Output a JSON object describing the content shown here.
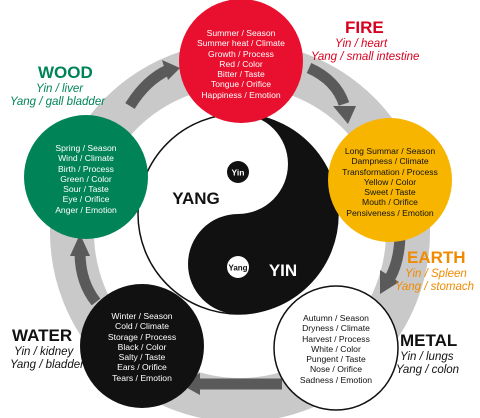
{
  "colors": {
    "fire": "#e8102e",
    "earth": "#f7b500",
    "metal": "#ffffff",
    "water": "#111111",
    "wood": "#008457",
    "ring": "#c9c9c9",
    "arrow": "#5a5a5a",
    "fire_label": "#d8001f",
    "earth_label": "#f08a00",
    "wood_label": "#008457",
    "metal_label": "#111111",
    "water_label": "#111111"
  },
  "center": {
    "yang": "YANG",
    "yin": "YIN",
    "yin_dot": "Yin",
    "yang_dot": "Yang"
  },
  "elements": {
    "fire": {
      "name": "FIRE",
      "yin": "Yin / heart",
      "yang": "Yang / small intestine",
      "lines": [
        "Summer / Season",
        "Summer heat / Climate",
        "Growth / Process",
        "Red / Color",
        "Bitter / Taste",
        "Tongue / Orifice",
        "Happiness / Emotion"
      ]
    },
    "earth": {
      "name": "EARTH",
      "yin": "Yin / Spleen",
      "yang": "Yang / stomach",
      "lines": [
        "Long Summar / Season",
        "Dampness / Climate",
        "Transformation / Process",
        "Yellow / Color",
        "Sweet / Taste",
        "Mouth / Orifice",
        "Pensiveness / Emotion"
      ]
    },
    "metal": {
      "name": "METAL",
      "yin": "Yin / lungs",
      "yang": "Yang / colon",
      "lines": [
        "Autumn / Season",
        "Dryness / Climate",
        "Harvest / Process",
        "White / Color",
        "Pungent / Taste",
        "Nose / Orifice",
        "Sadness / Emotion"
      ]
    },
    "water": {
      "name": "WATER",
      "yin": "Yin / kidney",
      "yang": "Yang / bladder",
      "lines": [
        "Winter / Season",
        "Cold / Climate",
        "Storage / Process",
        "Black / Color",
        "Salty / Taste",
        "Ears / Orifice",
        "Tears / Emotion"
      ]
    },
    "wood": {
      "name": "WOOD",
      "yin": "Yin / liver",
      "yang": "Yang / gall bladder",
      "lines": [
        "Spring / Season",
        "Wind / Climate",
        "Birth / Process",
        "Green / Color",
        "Sour / Taste",
        "Eye / Orifice",
        "Anger / Emotion"
      ]
    }
  }
}
